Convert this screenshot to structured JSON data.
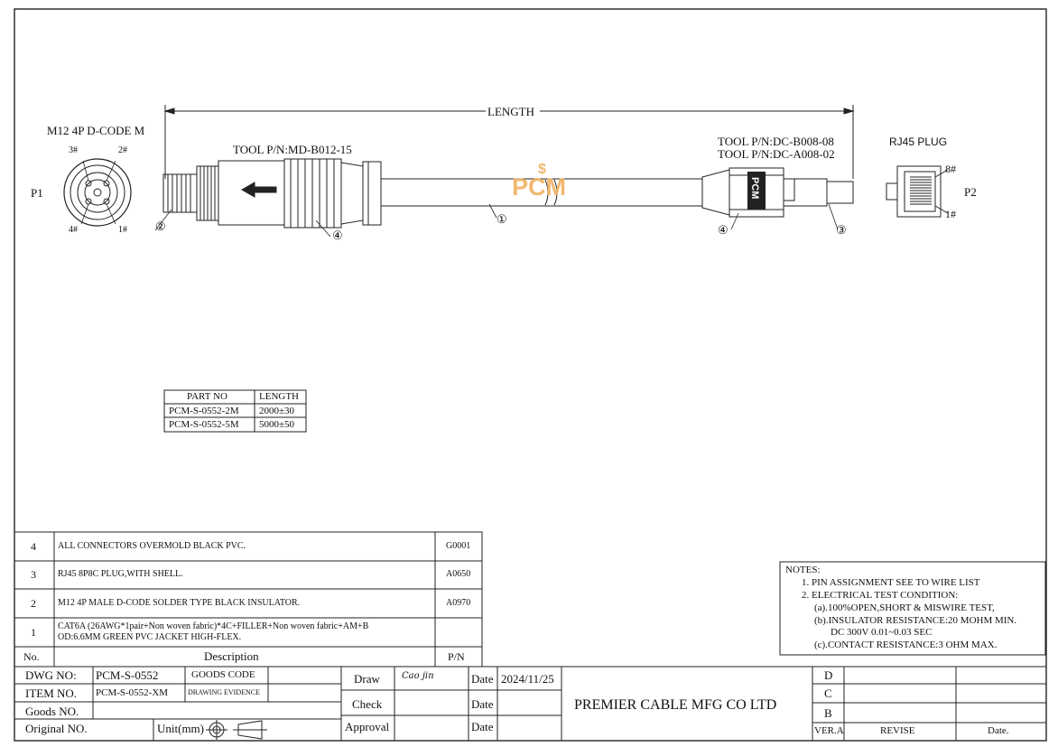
{
  "drawing": {
    "length_label": "LENGTH",
    "p1": {
      "ref": "P1",
      "title": "M12 4P D-CODE M",
      "pins": [
        "3#",
        "2#",
        "4#",
        "1#"
      ]
    },
    "p2": {
      "ref": "P2",
      "title": "RJ45 PLUG",
      "pins": [
        "8#",
        "1#"
      ]
    },
    "tool_m12": "TOOL P/N:MD-B012-15",
    "tool_rj45": [
      "TOOL P/N:DC-B008-08",
      "TOOL P/N:DC-A008-02"
    ],
    "balloons": {
      "cable": "①",
      "m12_insulator": "②",
      "rj45_plug": "③",
      "m12_overmold": "④",
      "rj45_overmold": "④"
    },
    "watermark": "PCM",
    "overmold_logo": "PCM"
  },
  "part_table": {
    "headers": [
      "PART NO",
      "LENGTH"
    ],
    "rows": [
      [
        "PCM-S-0552-2M",
        "2000±30"
      ],
      [
        "PCM-S-0552-5M",
        "5000±50"
      ]
    ]
  },
  "bom": {
    "headers": {
      "no": "No.",
      "description": "Description",
      "pn": "P/N"
    },
    "rows": [
      {
        "no": "4",
        "desc": [
          "ALL CONNECTORS OVERMOLD BLACK PVC."
        ],
        "pn": "G0001"
      },
      {
        "no": "3",
        "desc": [
          "RJ45 8P8C PLUG,WITH SHELL."
        ],
        "pn": "A0650"
      },
      {
        "no": "2",
        "desc": [
          "M12 4P MALE D-CODE SOLDER TYPE BLACK  INSULATOR."
        ],
        "pn": "A0970"
      },
      {
        "no": "1",
        "desc": [
          "CAT6A (26AWG*1pair+Non woven fabric)*4C+FILLER+Non woven fabric+AM+B",
          "OD:6.6MM GREEN PVC JACKET HIGH-FLEX."
        ],
        "pn": ""
      }
    ]
  },
  "notes": {
    "title": "NOTES:",
    "lines": [
      "1.  PIN ASSIGNMENT SEE TO WIRE LIST",
      "2.  ELECTRICAL TEST CONDITION:",
      "(a).100%OPEN,SHORT & MISWIRE TEST,",
      "(b).INSULATOR RESISTANCE:20 MOHM MIN.",
      "DC 300V 0.01~0.03 SEC",
      "(c).CONTACT RESISTANCE:3 OHM MAX."
    ]
  },
  "title_block": {
    "dwg_no_label": "DWG NO:",
    "dwg_no": "PCM-S-0552",
    "goods_code_label": "GOODS CODE",
    "item_no_label": "ITEM NO.",
    "item_no": "PCM-S-0552-XM",
    "drawing_evidence_label": "DRAWING EVIDENCE",
    "goods_no_label": "Goods NO.",
    "original_no_label": "Original NO.",
    "unit_label": "Unit(mm)",
    "draw_label": "Draw",
    "draw_signature": "Cao jin",
    "check_label": "Check",
    "approval_label": "Approval",
    "date_label": "Date",
    "draw_date": "2024/11/25",
    "company": "PREMIER CABLE MFG CO LTD",
    "revisions": [
      "D",
      "C",
      "B"
    ],
    "ver_label": "VER.A",
    "revise_label": "REVISE",
    "date_col_label": "Date."
  }
}
